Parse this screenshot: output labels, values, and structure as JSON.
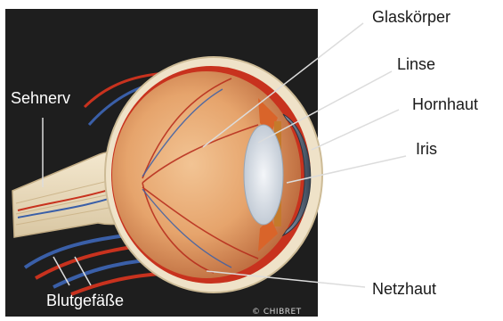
{
  "labels": {
    "vitreous": "Glaskörper",
    "lens": "Linse",
    "cornea": "Hornhaut",
    "iris": "Iris",
    "optic_nerve": "Sehnerv",
    "blood_vessels": "Blutgefäße",
    "retina": "Netzhaut"
  },
  "credit": "© CHIBRET",
  "colors": {
    "background_panel": "#1e1e1e",
    "leader_line": "#dcdcdc",
    "sclera": "#efe2c8",
    "vitreous": "#e6a46c",
    "artery": "#c8321e",
    "vein": "#3a5fa8",
    "lens": "#cfd6df"
  }
}
